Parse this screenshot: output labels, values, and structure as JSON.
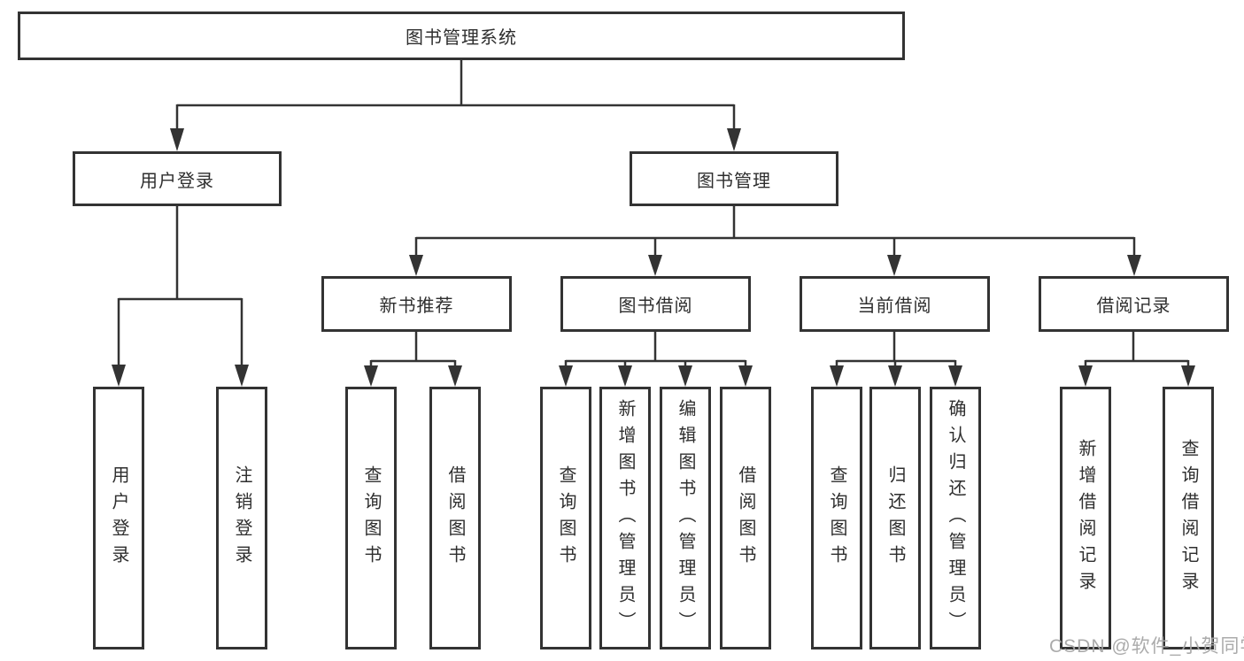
{
  "diagram": {
    "root": {
      "label": "图书管理系统"
    },
    "level2": {
      "user_login": {
        "label": "用户登录"
      },
      "book_management": {
        "label": "图书管理"
      }
    },
    "level3": {
      "new_book_recommendation": {
        "label": "新书推荐",
        "parent": "图书管理"
      },
      "book_borrowing": {
        "label": "图书借阅",
        "parent": "图书管理"
      },
      "current_borrowing": {
        "label": "当前借阅",
        "parent": "图书管理"
      },
      "borrowing_records": {
        "label": "借阅记录",
        "parent": "图书管理"
      }
    },
    "leaves": {
      "user_login_leaf": {
        "label": "用户登录",
        "parent": "用户登录"
      },
      "logout": {
        "label": "注销登录",
        "parent": "用户登录"
      },
      "recommend_query_books": {
        "label": "查询图书",
        "parent": "新书推荐"
      },
      "recommend_borrow_books": {
        "label": "借阅图书",
        "parent": "新书推荐"
      },
      "borrowing_query_books": {
        "label": "查询图书",
        "parent": "图书借阅"
      },
      "borrowing_add_books": {
        "label": "新增图书（管理员）",
        "parent": "图书借阅"
      },
      "borrowing_edit_books": {
        "label": "编辑图书（管理员）",
        "parent": "图书借阅"
      },
      "borrowing_borrow_books": {
        "label": "借阅图书",
        "parent": "图书借阅"
      },
      "current_query_books": {
        "label": "查询图书",
        "parent": "当前借阅"
      },
      "current_return_books": {
        "label": "归还图书",
        "parent": "当前借阅"
      },
      "current_confirm_return": {
        "label": "确认归还（管理员）",
        "parent": "当前借阅"
      },
      "records_add_record": {
        "label": "新增借阅记录",
        "parent": "借阅记录"
      },
      "records_query_record": {
        "label": "查询借阅记录",
        "parent": "借阅记录"
      }
    },
    "colors": {
      "stroke": "#333333",
      "background": "#ffffff"
    }
  },
  "watermark": {
    "text": "CSDN @软件_小贺同学",
    "color": "#a7a7a7"
  }
}
